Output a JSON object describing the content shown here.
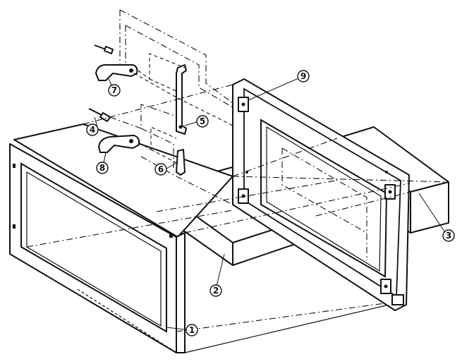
{
  "callouts": [
    {
      "id": "1",
      "label": "1",
      "part": "outer-case"
    },
    {
      "id": "2",
      "label": "2",
      "part": "inner-bottom-plate"
    },
    {
      "id": "3",
      "label": "3",
      "part": "rear-duct"
    },
    {
      "id": "4",
      "label": "4",
      "part": "lower-screw"
    },
    {
      "id": "5",
      "label": "5",
      "part": "upper-latch-lever"
    },
    {
      "id": "6",
      "label": "6",
      "part": "lower-latch-lever"
    },
    {
      "id": "7",
      "label": "7",
      "part": "upper-hinge-bracket"
    },
    {
      "id": "8",
      "label": "8",
      "part": "lower-hinge-bracket"
    },
    {
      "id": "9",
      "label": "9",
      "part": "front-panel-frame"
    }
  ]
}
